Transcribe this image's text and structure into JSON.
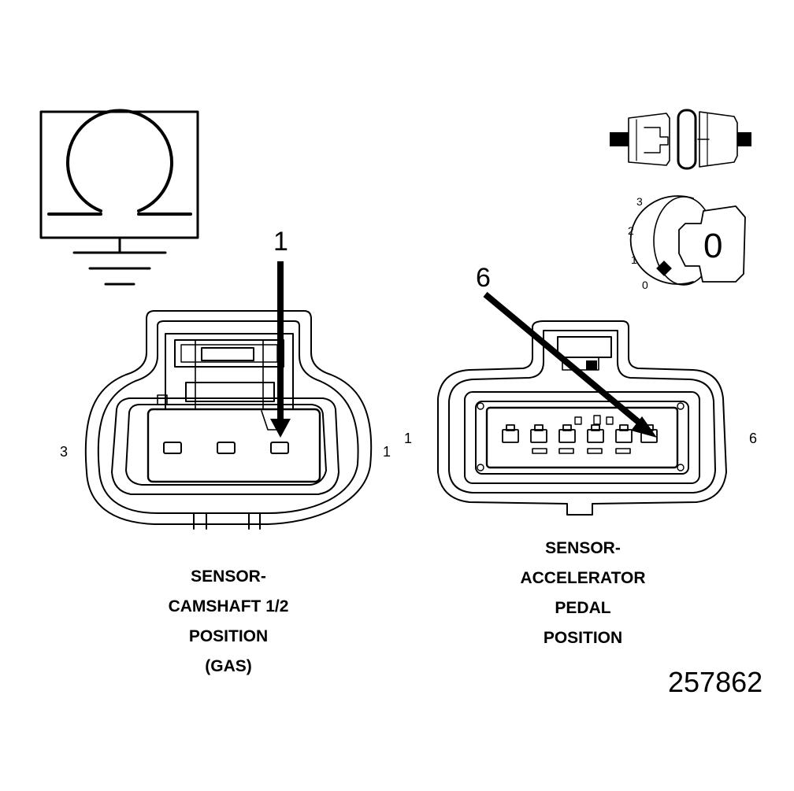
{
  "symbols": {
    "ohmmeter_icon": "ohm-ground-symbol",
    "connector_test_icon": "connector-disconnected-symbol",
    "ignition_icon": "ignition-key-symbol"
  },
  "ignition": {
    "positions": [
      "3",
      "2",
      "1",
      "0"
    ],
    "key_label": "0"
  },
  "camshaft_connector": {
    "callout": "1",
    "left_pin": "3",
    "right_pin": "1",
    "caption": [
      "SENSOR-",
      "CAMSHAFT 1/2",
      "POSITION",
      "(GAS)"
    ]
  },
  "pedal_connector": {
    "callout": "6",
    "left_pin": "1",
    "right_pin": "6",
    "caption": [
      "SENSOR-",
      "ACCELERATOR",
      "PEDAL",
      "POSITION"
    ]
  },
  "figure_number": "257862"
}
